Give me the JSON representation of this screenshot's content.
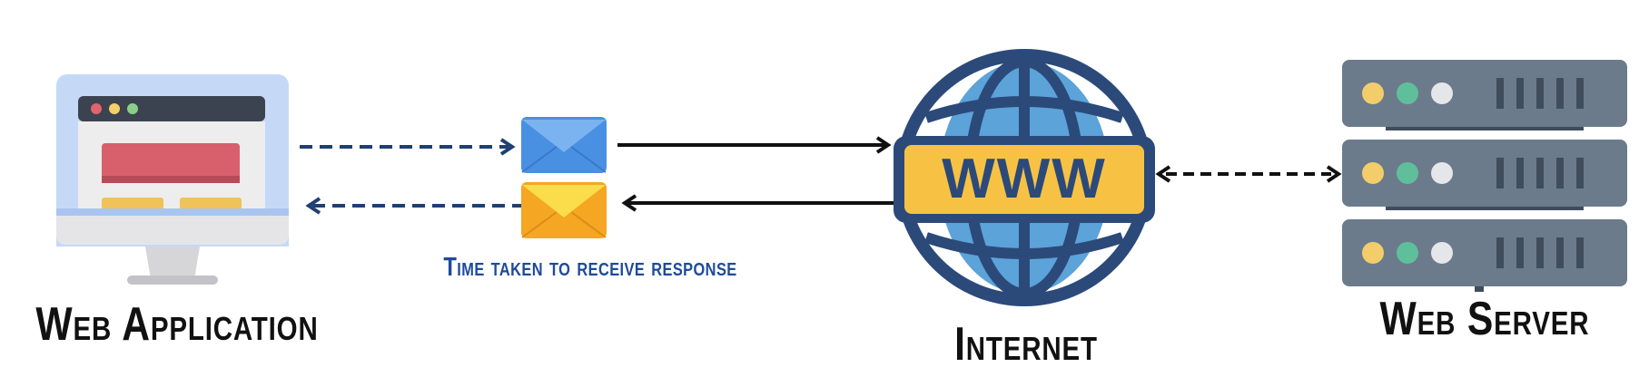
{
  "nodes": {
    "web_app": {
      "label": "Web Application",
      "icon": "monitor-icon"
    },
    "internet": {
      "label": "Internet",
      "globe_text": "WWW",
      "icon": "globe-www-icon"
    },
    "web_server": {
      "label": "Web Server",
      "icon": "server-rack-icon"
    }
  },
  "caption": {
    "text": "Time taken to receive response"
  },
  "messages": [
    {
      "icon": "envelope-blue-icon",
      "color": "#4a90e2"
    },
    {
      "icon": "envelope-yellow-icon",
      "color": "#f5a623"
    }
  ],
  "colors": {
    "label_text": "#111111",
    "caption_text": "#1f4a9c",
    "dashed_arrow": "#1f3f73",
    "solid_arrow": "#111111",
    "globe_frame": "#2b4a7a",
    "globe_fill": "#5ba3d9",
    "banner": "#f7c244",
    "server": "#6b7b8c"
  }
}
